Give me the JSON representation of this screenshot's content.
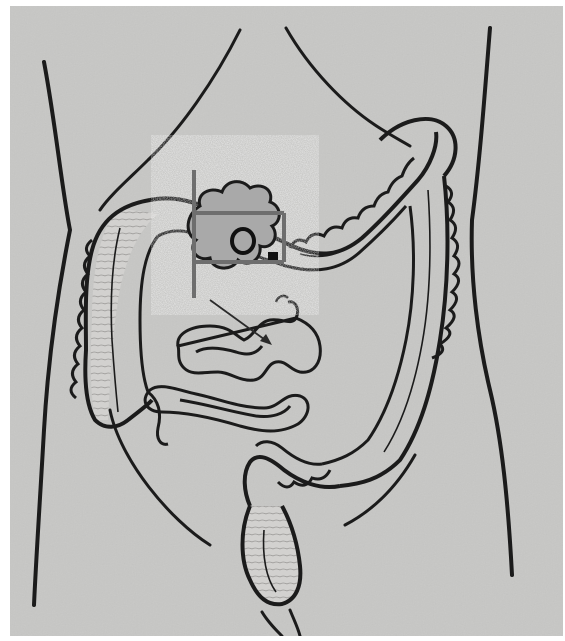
{
  "figure": {
    "subject": "abdominal-anatomy-illustration",
    "parts": [
      "torso-outline",
      "large-intestine",
      "small-intestine",
      "tumor-mass",
      "pointer-arrow"
    ]
  },
  "colors": {
    "paper": "#c7c7c5",
    "ink": "#1b1b1b",
    "tumor": "#a9a9a9",
    "highlight-box": "#6e6e6e",
    "bowel-fill": "#d2d1cf"
  },
  "text": []
}
